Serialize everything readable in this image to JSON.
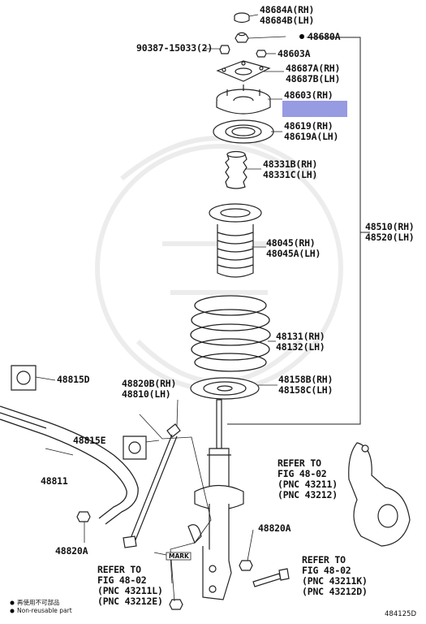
{
  "parts": {
    "p48684": [
      "48684A(RH)",
      "48684B(LH)"
    ],
    "p48680": "48680A",
    "p90387": "90387-15033(2)",
    "p48603a": "48603A",
    "p48687": [
      "48687A(RH)",
      "48687B(LH)"
    ],
    "p48603": "48603(RH)",
    "p48619": [
      "48619(RH)",
      "48619A(LH)"
    ],
    "p48331": [
      "48331B(RH)",
      "48331C(LH)"
    ],
    "p48510": [
      "48510(RH)",
      "48520(LH)"
    ],
    "p48045": [
      "48045(RH)",
      "48045A(LH)"
    ],
    "p48131": [
      "48131(RH)",
      "48132(LH)"
    ],
    "p48815d": "48815D",
    "p48820b": [
      "48820B(RH)",
      "48810(LH)"
    ],
    "p48158": [
      "48158B(RH)",
      "48158C(LH)"
    ],
    "p48815e": "48815E",
    "p48811": "48811",
    "p48820a_left": "48820A",
    "p48820a_right": "48820A"
  },
  "refer_top": [
    "REFER TO",
    "FIG 48-02",
    "(PNC 43211)",
    "(PNC 43212)"
  ],
  "refer_bottom_left": [
    "REFER TO",
    "FIG 48-02",
    "(PNC 43211L)",
    "(PNC 43212E)"
  ],
  "refer_bottom_right": [
    "REFER TO",
    "FIG 48-02",
    "(PNC 43211K)",
    "(PNC 43212D)"
  ],
  "mark_label": "MARK",
  "legend": [
    "再使用不可部品",
    "Non-reusable part"
  ],
  "figure_id": "484125D"
}
